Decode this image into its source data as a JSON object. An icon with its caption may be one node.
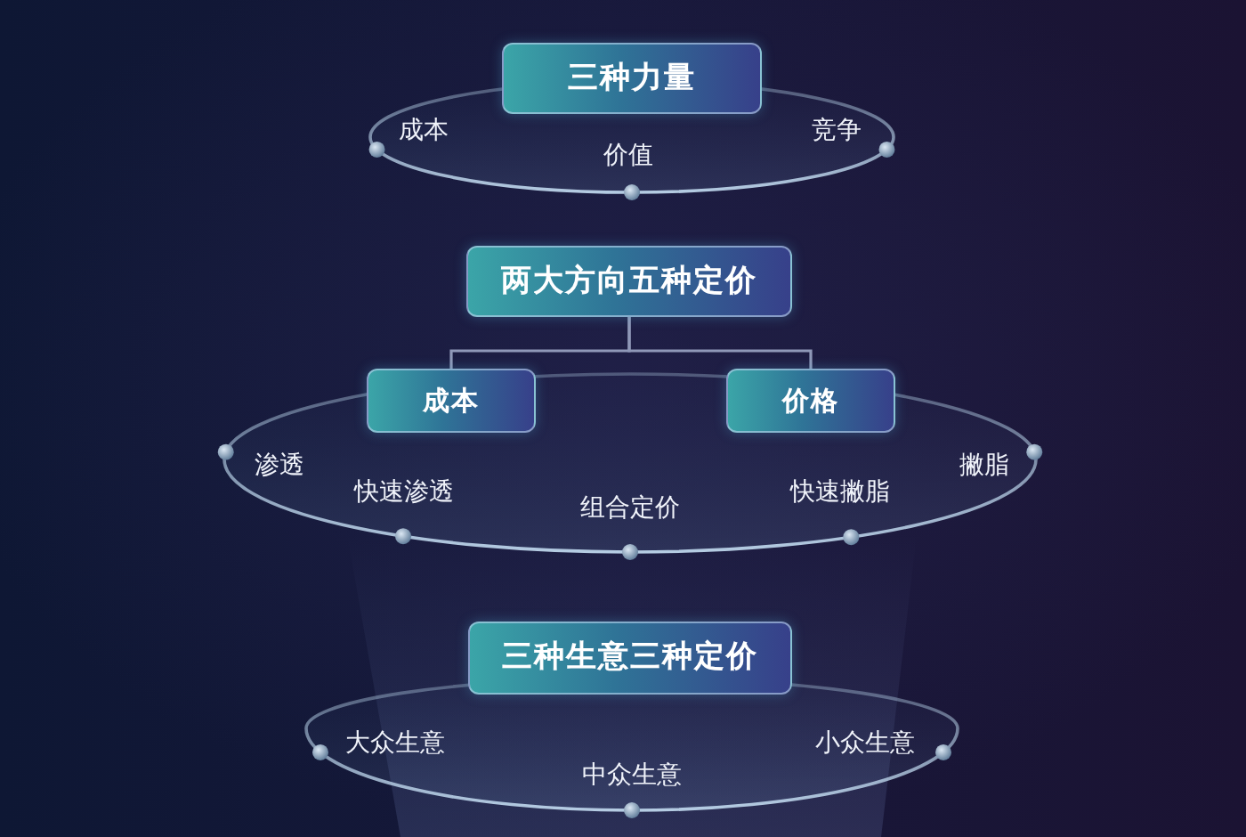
{
  "diagram": {
    "nodes": [
      {
        "text": [
          "三种力量"
        ]
      },
      {
        "text": [
          "成本",
          "价值",
          "竞争"
        ]
      },
      {
        "text": [
          "两大方向五种定价"
        ]
      },
      {
        "text": [
          "成本"
        ]
      },
      {
        "text": [
          "价格"
        ]
      },
      {
        "text": [
          "渗透",
          "快速渗透",
          "组合定价",
          "快速撇脂",
          "撇脂"
        ]
      },
      {
        "text": [
          "三种生意三种定价"
        ]
      },
      {
        "text": [
          "大众生意",
          "中众生意",
          "小众生意"
        ]
      }
    ],
    "edges": [
      {
        "from": 2,
        "to": 3,
        "arrow": "none"
      },
      {
        "from": 2,
        "to": 4,
        "arrow": "none"
      }
    ]
  }
}
